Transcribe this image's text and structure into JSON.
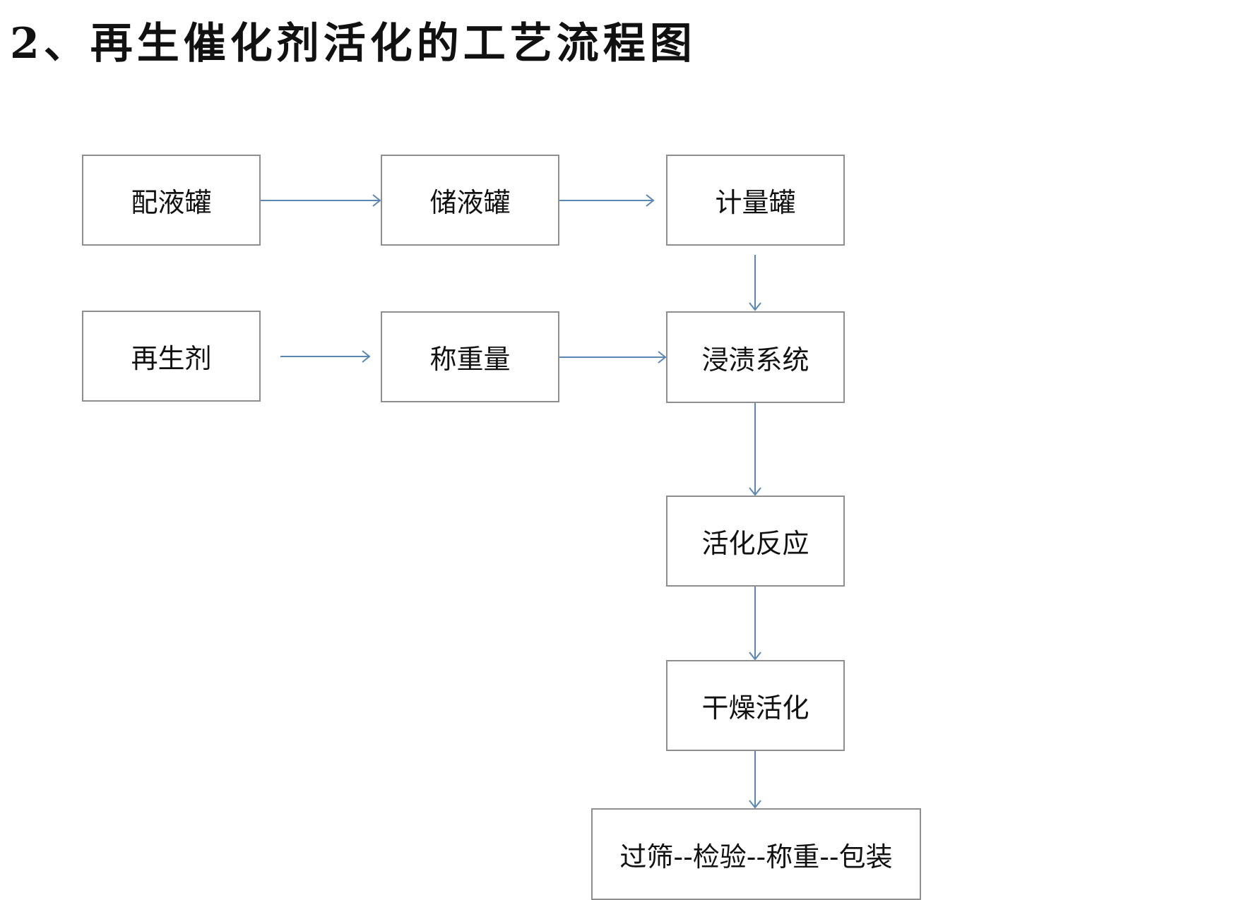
{
  "title": "2、再生催化剂活化的工艺流程图",
  "colors": {
    "arrow": "#5b87b5",
    "box_border": "#8e8e8e",
    "text": "#111111"
  },
  "nodes": {
    "mixing_tank": "配液罐",
    "storage_tank": "储液罐",
    "metering_tank": "计量罐",
    "regenerant": "再生剂",
    "weighing": "称重量",
    "impregnation_system": "浸渍系统",
    "activation_reaction": "活化反应",
    "drying_activation": "干燥活化",
    "final_steps": "过筛--检验--称重--包装"
  },
  "edges": [
    {
      "from": "配液罐",
      "to": "储液罐"
    },
    {
      "from": "储液罐",
      "to": "计量罐"
    },
    {
      "from": "计量罐",
      "to": "浸渍系统"
    },
    {
      "from": "再生剂",
      "to": "称重量"
    },
    {
      "from": "称重量",
      "to": "浸渍系统"
    },
    {
      "from": "浸渍系统",
      "to": "活化反应"
    },
    {
      "from": "活化反应",
      "to": "干燥活化"
    },
    {
      "from": "干燥活化",
      "to": "过筛--检验--称重--包装"
    }
  ]
}
